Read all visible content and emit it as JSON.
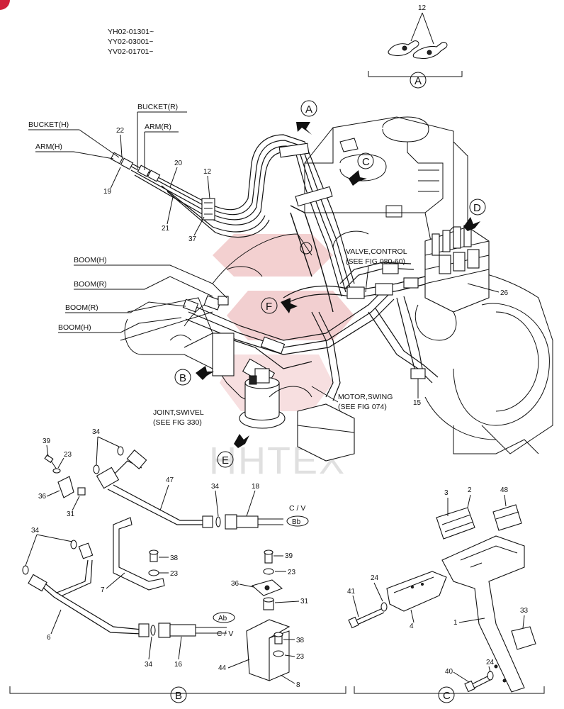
{
  "serials": [
    "YH02-01301~",
    "YY02-03001~",
    "YV02-01701~"
  ],
  "views": {
    "A": "A",
    "B": "B",
    "C": "C",
    "D": "D",
    "E": "E",
    "F": "F"
  },
  "hose_labels": {
    "bucket_h": "BUCKET(H)",
    "bucket_r": "BUCKET(R)",
    "arm_r": "ARM(R)",
    "arm_h": "ARM(H)",
    "boom_h_top": "BOOM(H)",
    "boom_r_top": "BOOM(R)",
    "boom_r_mid": "BOOM(R)",
    "boom_h_bottom": "BOOM(H)"
  },
  "references": {
    "valve_control": "VALVE,CONTROL",
    "valve_control_ref": "(SEE FIG 080-60)",
    "motor_swing": "MOTOR,SWING",
    "motor_swing_ref": "(SEE FIG 074)",
    "joint_swivel": "JOINT,SWIVEL",
    "joint_swivel_ref": "(SEE FIG 330)"
  },
  "port_labels": {
    "cv_top": "C / V",
    "bb": "Bb",
    "ab": "Ab",
    "cv_bottom": "C / V"
  },
  "part_numbers": {
    "p12a": "12",
    "p22": "22",
    "p19": "19",
    "p20": "20",
    "p21": "21",
    "p12b": "12",
    "p37": "37",
    "p26": "26",
    "p15": "15",
    "p39a": "39",
    "p23a": "23",
    "p34a": "34",
    "p36a": "36",
    "p31a": "31",
    "p47": "47",
    "p34b": "34",
    "p18": "18",
    "p34c": "34",
    "p7": "7",
    "p38a": "38",
    "p23b": "23",
    "p6": "6",
    "p34d": "34",
    "p16": "16",
    "p39b": "39",
    "p23c": "23",
    "p36b": "36",
    "p31b": "31",
    "p44": "44",
    "p38b": "38",
    "p23d": "23",
    "p8": "8",
    "p3": "3",
    "p2": "2",
    "p48": "48",
    "p41": "41",
    "p24a": "24",
    "p4": "4",
    "p1": "1",
    "p33": "33",
    "p40": "40",
    "p24b": "24"
  },
  "watermark": "HHTEX"
}
